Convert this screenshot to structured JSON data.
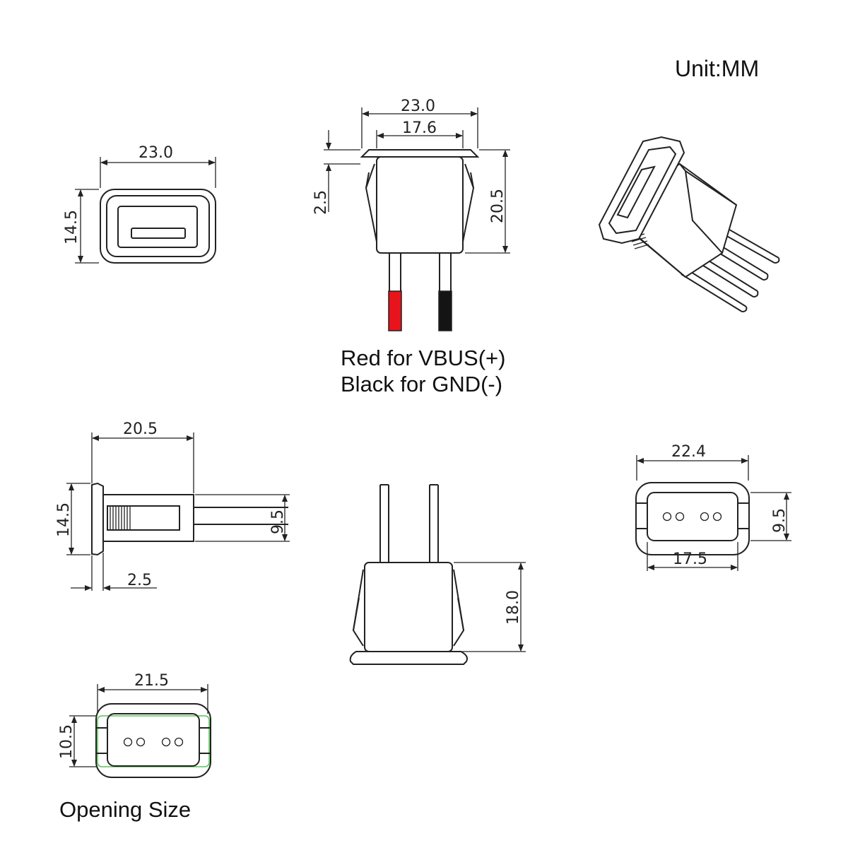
{
  "unit_label": "Unit:MM",
  "wire_note": {
    "line1": "Red for VBUS(+)",
    "line2": "Black for GND(-)"
  },
  "opening_caption": "Opening Size",
  "colors": {
    "red_wire": "#e8141b",
    "black_wire": "#141414",
    "outline": "#222222",
    "opening_outline": "#5cc25c"
  },
  "front_view": {
    "width": "23.0",
    "height": "14.5"
  },
  "side_view": {
    "outer_width": "23.0",
    "inner_width": "17.6",
    "flange": "2.5",
    "height": "20.5"
  },
  "profile_view": {
    "length": "20.5",
    "height": "14.5",
    "lead_height": "9.5",
    "flange": "2.5"
  },
  "rear_view": {
    "height": "18.0"
  },
  "back_view": {
    "outer_width": "22.4",
    "inner_width": "17.5",
    "height": "9.5"
  },
  "opening_view": {
    "width": "21.5",
    "height": "10.5"
  }
}
